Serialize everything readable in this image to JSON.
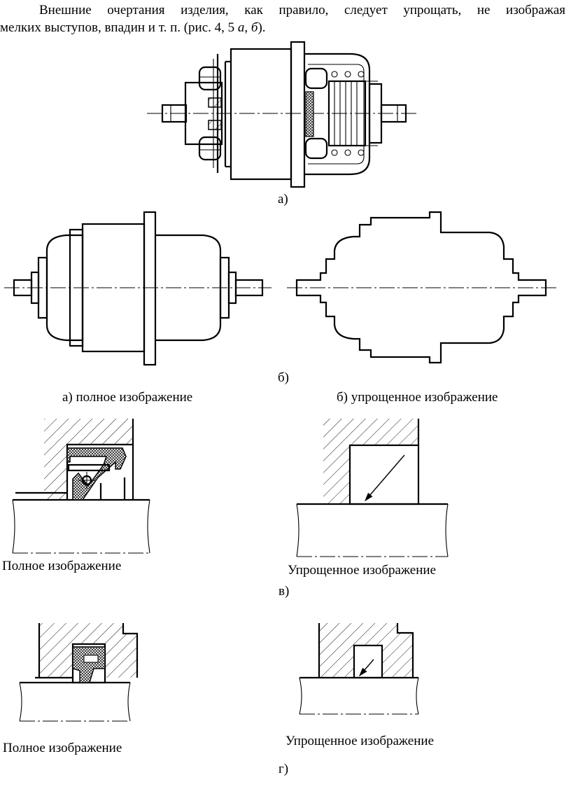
{
  "intro": {
    "line1": "Внешние очертания изделия, как правило, следует упрощать, не изображая",
    "line2_prefix": "мелких выступов, впадин и т. п. (рис. 4, 5 ",
    "line2_a": "а",
    "line2_sep": ", ",
    "line2_b": "б",
    "line2_suffix": ")."
  },
  "figure_a": {
    "label": "а)"
  },
  "figure_b": {
    "label": "б)",
    "caption_left": "а) полное изображение",
    "caption_right": "б) упрощенное изображение"
  },
  "figure_v": {
    "label": "в)",
    "caption_left": "Полное изображение",
    "caption_right": "Упрощенное изображение"
  },
  "figure_g": {
    "label": "г)",
    "caption_left": "Полное изображение",
    "caption_right": "Упрощенное изображение"
  }
}
